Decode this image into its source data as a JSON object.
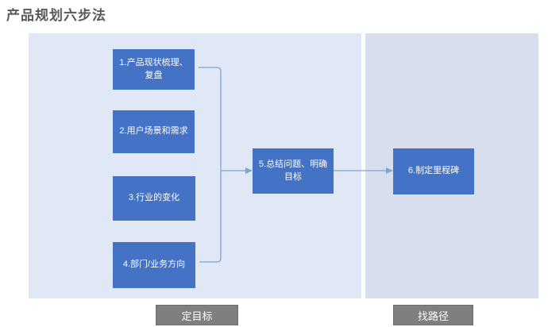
{
  "title": "产品规划六步法",
  "flowchart": {
    "steps": [
      {
        "id": 1,
        "label": "1.产品现状梳理、复盘"
      },
      {
        "id": 2,
        "label": "2.用户场景和需求"
      },
      {
        "id": 3,
        "label": "3.行业的变化"
      },
      {
        "id": 4,
        "label": "4.部门/业务方向"
      },
      {
        "id": 5,
        "label": "5.总结问题、明确目标"
      },
      {
        "id": 6,
        "label": "6.制定里程碑"
      }
    ],
    "connections": [
      {
        "from": "steps 1-4 bracket",
        "to": "step 5",
        "type": "arrow"
      },
      {
        "from": "step 5",
        "to": "step 6",
        "type": "arrow"
      }
    ]
  },
  "phases": [
    {
      "label": "定目标"
    },
    {
      "label": "找路径"
    }
  ],
  "colors": {
    "step_box": "#4472c4",
    "step_text": "#ffffff",
    "left_panel": "#dfe8f4",
    "right_panel": "#d9deee",
    "connector": "#7da3d8",
    "phase_label_bg": "#7f7f7f",
    "phase_label_text": "#ffffff",
    "title_text": "#595959"
  }
}
